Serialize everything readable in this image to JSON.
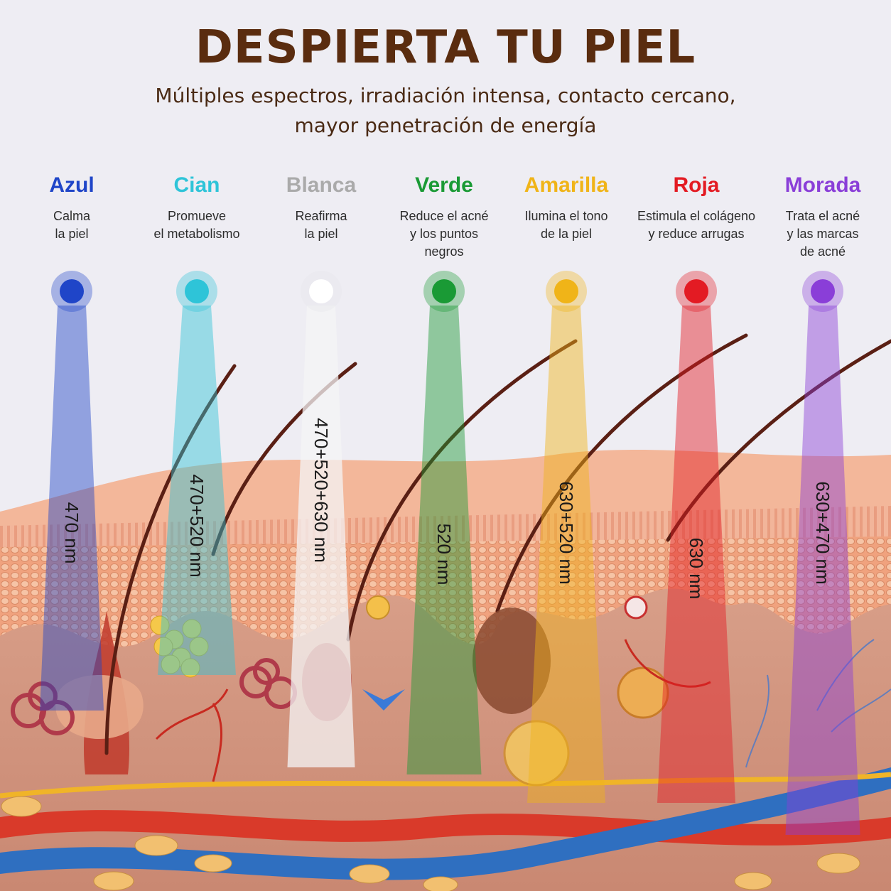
{
  "header": {
    "title": "DESPIERTA TU PIEL",
    "subtitle_line1": "Múltiples espectros, irradiación intensa, contacto cercano,",
    "subtitle_line2": "mayor penetración de energía"
  },
  "lights": [
    {
      "name": "Azul",
      "color": "#1f45c8",
      "desc": [
        "Calma",
        "la piel"
      ],
      "wavelength": "470 nm"
    },
    {
      "name": "Cian",
      "color": "#2ec4d8",
      "desc": [
        "Promueve",
        "el metabolismo"
      ],
      "wavelength": "470+520 nm"
    },
    {
      "name": "Blanca",
      "color": "#aaaaaa",
      "desc": [
        "Reafirma",
        "la piel"
      ],
      "wavelength": "470+520+630 nm"
    },
    {
      "name": "Verde",
      "color": "#1a9a35",
      "desc": [
        "Reduce el acné",
        "y los puntos",
        "negros"
      ],
      "wavelength": "520 nm"
    },
    {
      "name": "Amarilla",
      "color": "#f0b418",
      "desc": [
        "Ilumina el tono",
        "de la piel"
      ],
      "wavelength": "630+520 nm"
    },
    {
      "name": "Roja",
      "color": "#e31b23",
      "desc": [
        "Estimula el colágeno",
        "y reduce arrugas"
      ],
      "wavelength": "630 nm"
    },
    {
      "name": "Morada",
      "color": "#8a3ed8",
      "desc": [
        "Trata el acné",
        "y las marcas",
        "de acné"
      ],
      "wavelength": "630+470 nm"
    }
  ]
}
